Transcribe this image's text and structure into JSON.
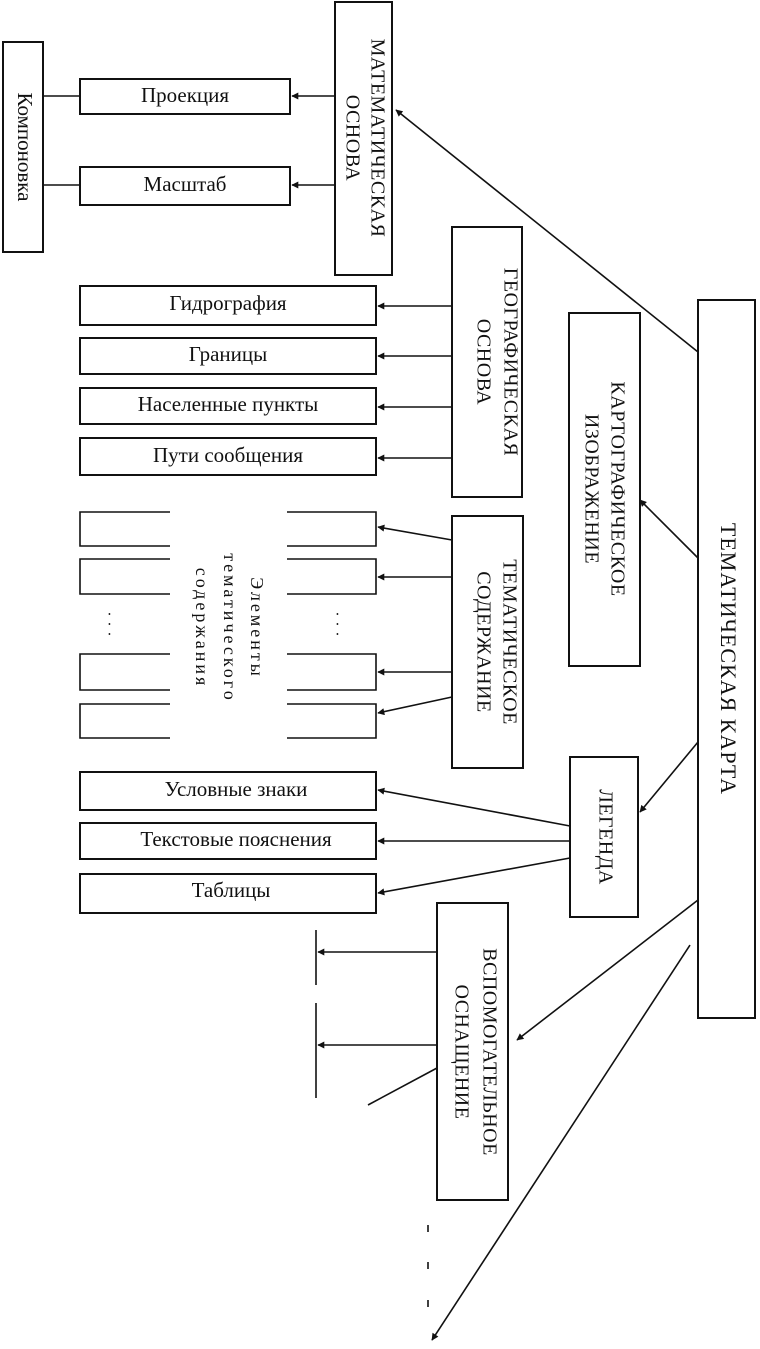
{
  "nodes": {
    "root": "ТЕМАТИЧЕСКАЯ КАРТА",
    "math_base_line1": "МАТЕМАТИЧЕСКАЯ",
    "math_base_line2": "ОСНОВА",
    "geo_base_line1": "ГЕОГРАФИЧЕСКАЯ",
    "geo_base_line2": "ОСНОВА",
    "carto_line1": "КАРТОГРАФИЧЕСКОЕ",
    "carto_line2": "ИЗОБРАЖЕНИЕ",
    "thematic_line1": "ТЕМАТИЧЕСКОЕ",
    "thematic_line2": "СОДЕРЖАНИЕ",
    "legend": "ЛЕГЕНДА",
    "aux_line1": "ВСПОМОГАТЕЛЬНОЕ",
    "aux_line2": "ОСНАЩЕНИЕ",
    "layout": "Компоновка",
    "projection": "Проекция",
    "scale": "Масштаб",
    "hydrography": "Гидрография",
    "borders": "Границы",
    "settlements": "Населенные пункты",
    "roads": "Пути сообщения",
    "elements_line1": "Элементы",
    "elements_line2": "тематического",
    "elements_line3": "содержания",
    "ellipsis": "...",
    "symbols": "Условные знаки",
    "text_notes": "Текстовые пояснения",
    "tables": "Таблицы"
  }
}
